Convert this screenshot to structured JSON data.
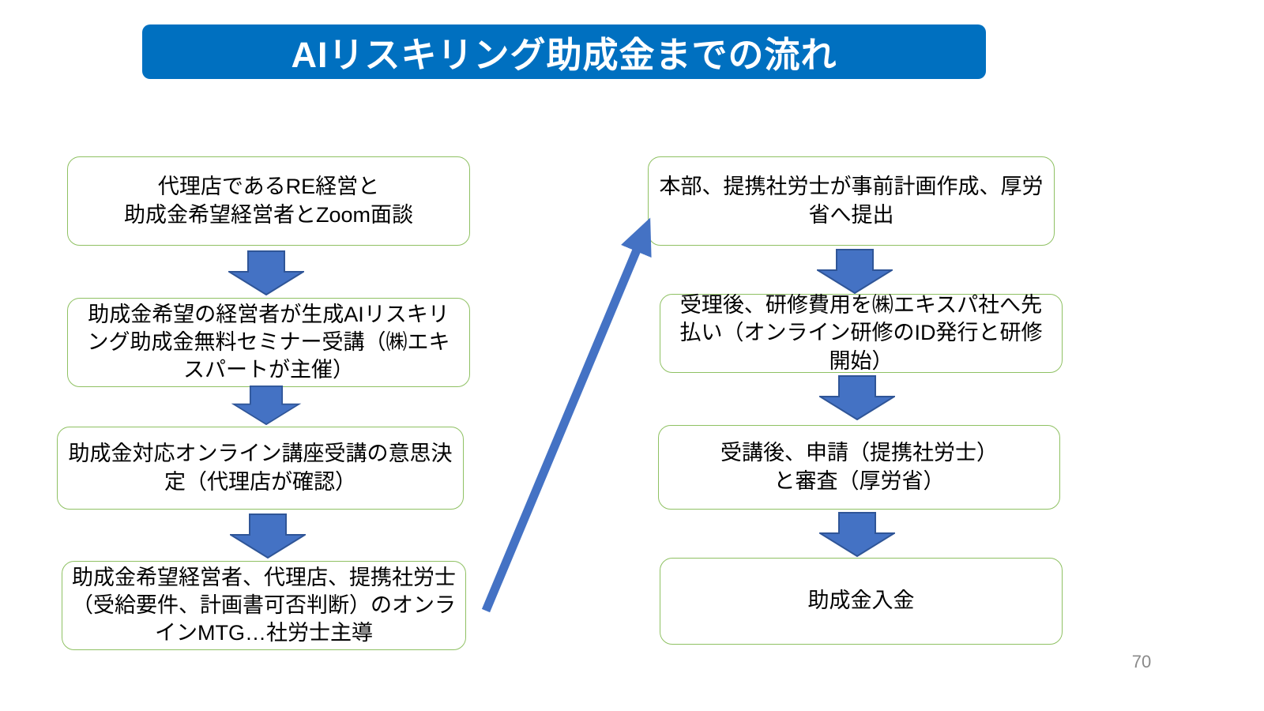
{
  "slide": {
    "title": "AIリスキリング助成金までの流れ",
    "page_number": "70"
  },
  "colors": {
    "title_bg": "#0070C0",
    "title_text": "#FFFFFF",
    "box_border": "#8FC163",
    "box_text": "#000000",
    "arrow_fill": "#4472C4",
    "arrow_outline": "#2F5597",
    "page_number": "#8A8A8A"
  },
  "flow": {
    "left_steps": [
      {
        "text": "代理店であるRE経営と\n助成金希望経営者とZoom面談"
      },
      {
        "text": "助成金希望の経営者が生成AIリスキリング助成金無料セミナー受講（㈱エキスパートが主催）"
      },
      {
        "text": "助成金対応オンライン講座受講の意思決定（代理店が確認）"
      },
      {
        "text": "助成金希望経営者、代理店、提携社労士（受給要件、計画書可否判断）のオンラインMTG…社労士主導"
      }
    ],
    "right_steps": [
      {
        "text": "本部、提携社労士が事前計画作成、厚労省へ提出"
      },
      {
        "text": "受理後、研修費用を㈱エキスパ社へ先払い（オンライン研修のID発行と研修開始）"
      },
      {
        "text": "受講後、申請（提携社労士）\nと審査（厚労省）"
      },
      {
        "text": "助成金入金"
      }
    ],
    "connector": "left-bottom-to-right-top"
  }
}
